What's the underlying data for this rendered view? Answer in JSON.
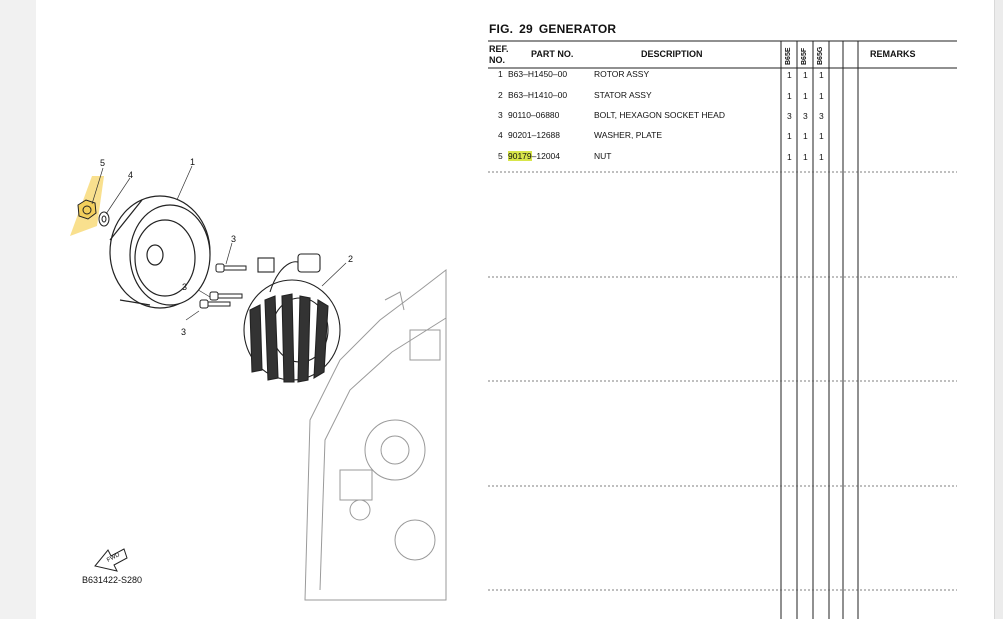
{
  "figure": {
    "prefix": "FIG.",
    "number": "29",
    "title": "GENERATOR"
  },
  "diagram": {
    "code": "B631422-S280",
    "fwd_label": "FWD",
    "callouts": [
      "5",
      "4",
      "1",
      "3",
      "3",
      "3",
      "2"
    ],
    "highlight_color": "#f5d56a"
  },
  "table": {
    "headers": {
      "ref_line1": "REF.",
      "ref_line2": "NO.",
      "part_no": "PART NO.",
      "description": "DESCRIPTION",
      "models": [
        "B65E",
        "B65F",
        "B65G"
      ],
      "remarks": "REMARKS"
    },
    "rows": [
      {
        "ref": "1",
        "part_pre": "",
        "part_hl": "",
        "part_post": "B63–H1450–00",
        "desc": "ROTOR ASSY",
        "qty": [
          "1",
          "1",
          "1"
        ]
      },
      {
        "ref": "2",
        "part_pre": "",
        "part_hl": "",
        "part_post": "B63–H1410–00",
        "desc": "STATOR ASSY",
        "qty": [
          "1",
          "1",
          "1"
        ]
      },
      {
        "ref": "3",
        "part_pre": "",
        "part_hl": "",
        "part_post": "90110–06880",
        "desc": "BOLT, HEXAGON SOCKET HEAD",
        "qty": [
          "3",
          "3",
          "3"
        ]
      },
      {
        "ref": "4",
        "part_pre": "",
        "part_hl": "",
        "part_post": "90201–12688",
        "desc": "WASHER, PLATE",
        "qty": [
          "1",
          "1",
          "1"
        ]
      },
      {
        "ref": "5",
        "part_pre": "",
        "part_hl": "90179",
        "part_post": "–12004",
        "desc": "NUT",
        "qty": [
          "1",
          "1",
          "1"
        ]
      }
    ],
    "highlight_color": "#d8e64a"
  }
}
